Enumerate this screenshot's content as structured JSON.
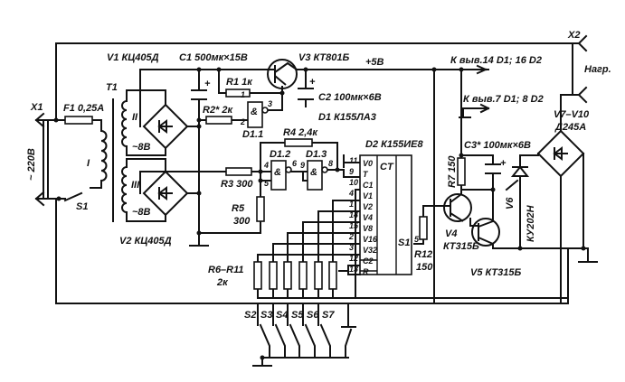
{
  "labels": {
    "x1": "X1",
    "mains": "~ 220В",
    "f1": "F1 0,25А",
    "s1": "S1",
    "t1": "T1",
    "w1": "I",
    "w2": "II",
    "w3": "III",
    "w2v": "~8В",
    "w3v": "~8В",
    "v1": "V1 КЦ405Д",
    "v2": "V2 КЦ405Д",
    "c1": "C1 500мк×15В",
    "r1": "R1 1к",
    "r2": "R2* 2к",
    "v3": "V3 КТ801Б",
    "plus5": "+5В",
    "to14": "К выв.14 D1; 16 D2",
    "to7": "К выв.7 D1; 8 D2",
    "c2": "C2 100мк×6В",
    "d1": "D1 К155ЛА3",
    "d11": "D1.1",
    "d12": "D1.2",
    "d13": "D1.3",
    "r4": "R4 2,4к",
    "r3": "R3 300",
    "r5": "R5",
    "r5v": "300",
    "d2": "D2 К155ИЕ8",
    "ct": "CT",
    "s1pin": "S1",
    "r12": "R12",
    "r12v": "150",
    "r7": "R7 150",
    "c3": "C3* 100мк×6В",
    "v4": "V4",
    "v4t": "КТ315Б",
    "v5": "V5 КТ315Б",
    "v6": "V6",
    "v6t": "КУ202Н",
    "v710": "V7–V10",
    "v710t": "Д245А",
    "x2": "X2",
    "load": "Нагр.",
    "r611": "R6–R11",
    "r611v": "2к",
    "switches": [
      "S2",
      "S3",
      "S4",
      "S5",
      "S6",
      "S7"
    ],
    "gate_pins": {
      "p1": "1",
      "p2": "2",
      "p3": "3",
      "p4": "4",
      "p5": "5",
      "p6": "6",
      "p8": "8",
      "p9": "9",
      "and": "&"
    }
  },
  "d2_pins": [
    {
      "num": "11",
      "name": "V0"
    },
    {
      "num": "9",
      "name": "T"
    },
    {
      "num": "10",
      "name": "C1"
    },
    {
      "num": "4",
      "name": "V1"
    },
    {
      "num": "1",
      "name": "V2"
    },
    {
      "num": "14",
      "name": "V4"
    },
    {
      "num": "15",
      "name": "V8"
    },
    {
      "num": "2",
      "name": "V16"
    },
    {
      "num": "3",
      "name": "V32"
    },
    {
      "num": "12",
      "name": "C2"
    },
    {
      "num": "13",
      "name": "R"
    }
  ],
  "s1_pin": "5"
}
